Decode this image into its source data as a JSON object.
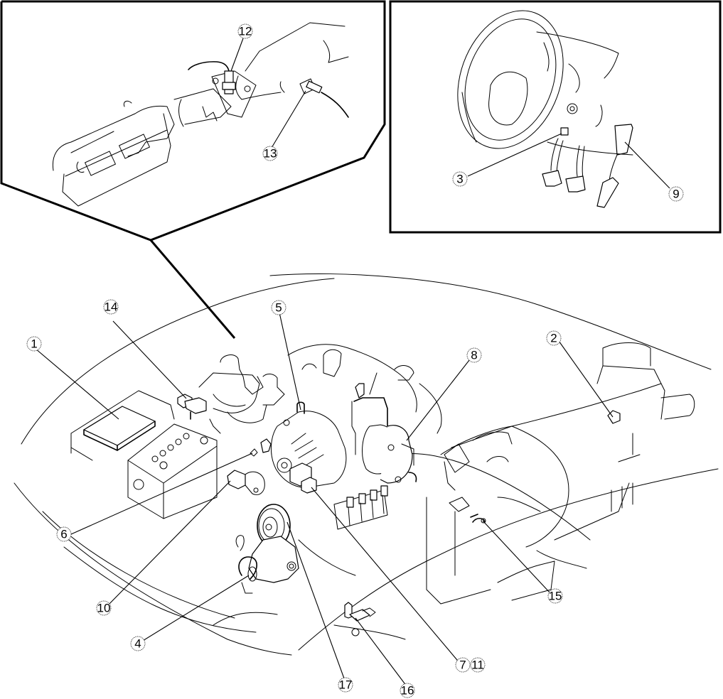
{
  "diagram": {
    "type": "component-location",
    "insets": [
      {
        "id": "exhaust-inset",
        "callouts": [
          "12",
          "13"
        ]
      },
      {
        "id": "pedal-inset",
        "callouts": [
          "3",
          "9"
        ]
      }
    ],
    "callouts": {
      "c1": "1",
      "c2": "2",
      "c3": "3",
      "c4": "4",
      "c5": "5",
      "c6": "6",
      "c7": "7",
      "c8": "8",
      "c9": "9",
      "c10": "10",
      "c11": "11",
      "c12": "12",
      "c13": "13",
      "c14": "14",
      "c15": "15",
      "c16": "16",
      "c17": "17"
    }
  }
}
